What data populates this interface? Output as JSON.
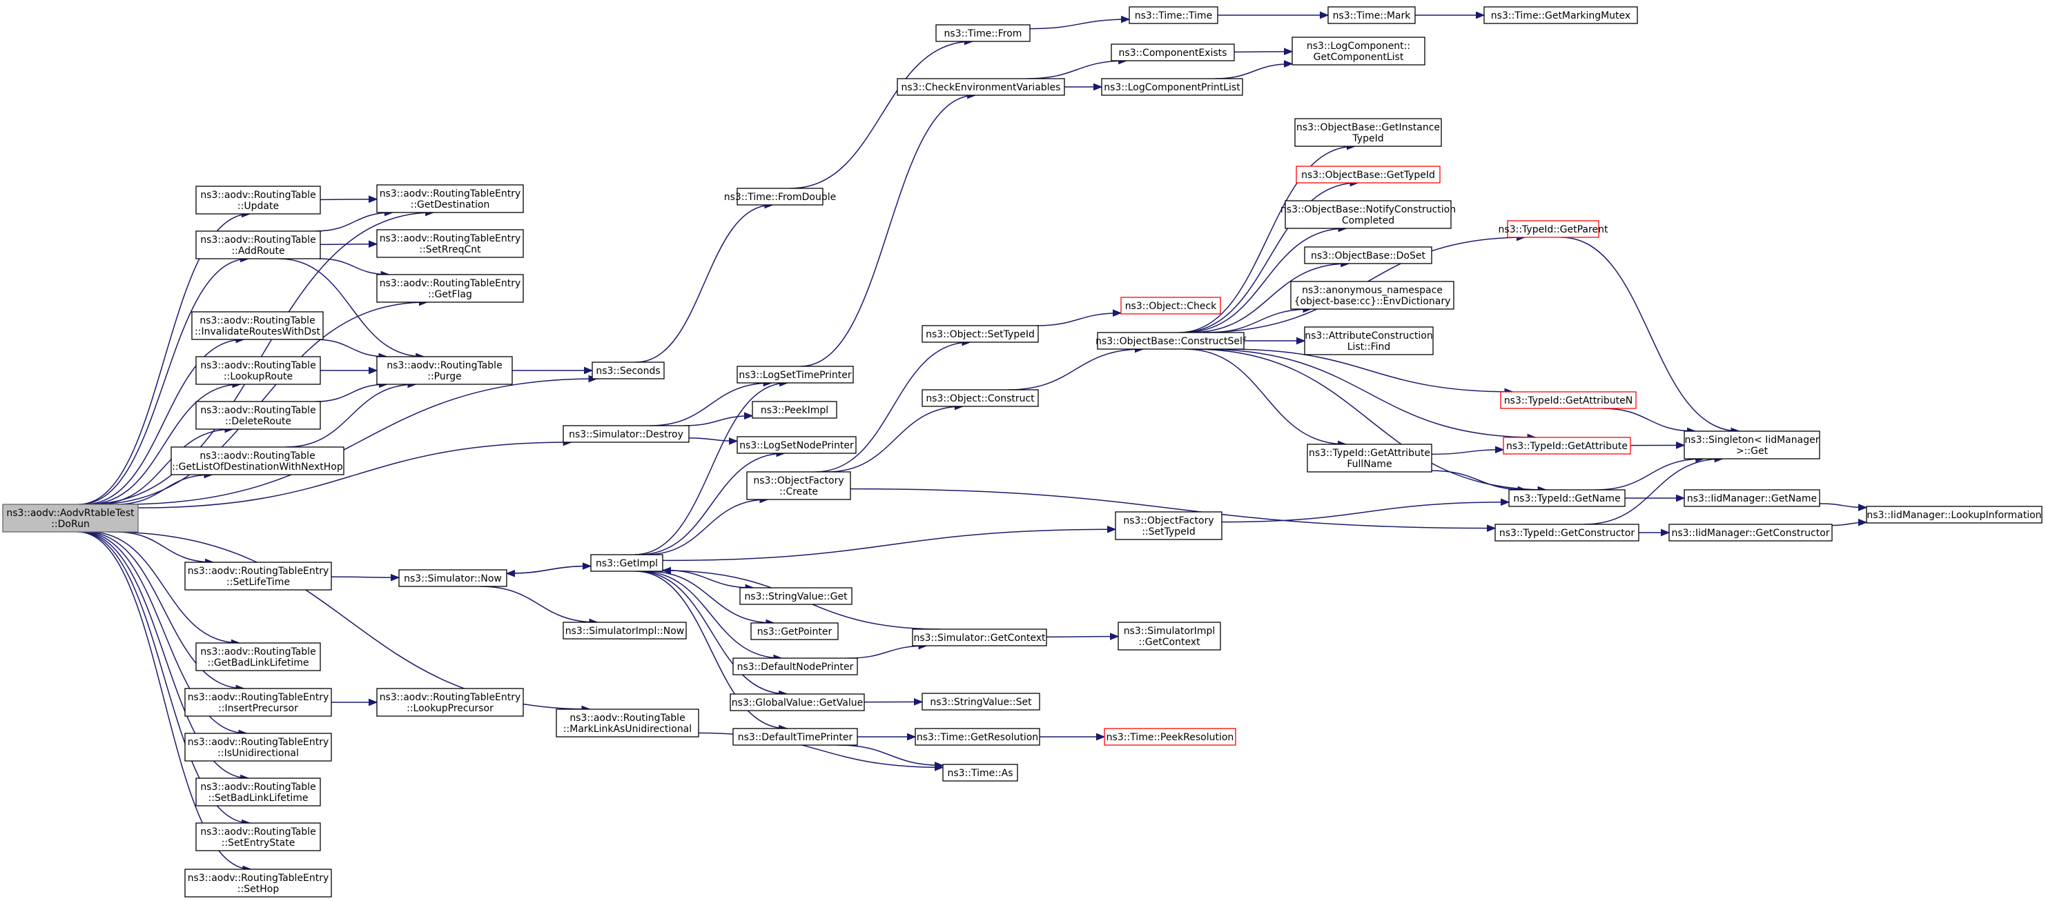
{
  "graph": {
    "nodes": [
      {
        "id": "root",
        "lines": [
          "ns3::aodv::AodvRtableTest",
          "::DoRun"
        ]
      },
      {
        "id": "rt_update",
        "lines": [
          "ns3::aodv::RoutingTable",
          "::Update"
        ]
      },
      {
        "id": "rt_addroute",
        "lines": [
          "ns3::aodv::RoutingTable",
          "::AddRoute"
        ]
      },
      {
        "id": "rt_invalidate",
        "lines": [
          "ns3::aodv::RoutingTable",
          "::InvalidateRoutesWithDst"
        ]
      },
      {
        "id": "rt_lookuproute",
        "lines": [
          "ns3::aodv::RoutingTable",
          "::LookupRoute"
        ]
      },
      {
        "id": "rt_deleteroute",
        "lines": [
          "ns3::aodv::RoutingTable",
          "::DeleteRoute"
        ]
      },
      {
        "id": "rt_getlist",
        "lines": [
          "ns3::aodv::RoutingTable",
          "::GetListOfDestinationWithNextHop"
        ]
      },
      {
        "id": "rte_setlifetime",
        "lines": [
          "ns3::aodv::RoutingTableEntry",
          "::SetLifeTime"
        ]
      },
      {
        "id": "rt_getbadlink",
        "lines": [
          "ns3::aodv::RoutingTable",
          "::GetBadLinkLifetime"
        ]
      },
      {
        "id": "rte_insertprec",
        "lines": [
          "ns3::aodv::RoutingTableEntry",
          "::InsertPrecursor"
        ]
      },
      {
        "id": "rte_isunidir",
        "lines": [
          "ns3::aodv::RoutingTableEntry",
          "::IsUnidirectional"
        ]
      },
      {
        "id": "rt_setbadlink",
        "lines": [
          "ns3::aodv::RoutingTable",
          "::SetBadLinkLifetime"
        ]
      },
      {
        "id": "rt_setentrystate",
        "lines": [
          "ns3::aodv::RoutingTable",
          "::SetEntryState"
        ]
      },
      {
        "id": "rte_sethop",
        "lines": [
          "ns3::aodv::RoutingTableEntry",
          "::SetHop"
        ]
      },
      {
        "id": "rte_getdest",
        "lines": [
          "ns3::aodv::RoutingTableEntry",
          "::GetDestination"
        ]
      },
      {
        "id": "rte_setrreq",
        "lines": [
          "ns3::aodv::RoutingTableEntry",
          "::SetRreqCnt"
        ]
      },
      {
        "id": "rte_getflag",
        "lines": [
          "ns3::aodv::RoutingTableEntry",
          "::GetFlag"
        ]
      },
      {
        "id": "rt_purge",
        "lines": [
          "ns3::aodv::RoutingTable",
          "::Purge"
        ]
      },
      {
        "id": "rte_lookupprec",
        "lines": [
          "ns3::aodv::RoutingTableEntry",
          "::LookupPrecursor"
        ]
      },
      {
        "id": "seconds",
        "lines": [
          "ns3::Seconds"
        ]
      },
      {
        "id": "sim_destroy",
        "lines": [
          "ns3::Simulator::Destroy"
        ]
      },
      {
        "id": "sim_now",
        "lines": [
          "ns3::Simulator::Now"
        ]
      },
      {
        "id": "simimpl_now",
        "lines": [
          "ns3::SimulatorImpl::Now"
        ]
      },
      {
        "id": "rt_marklink",
        "lines": [
          "ns3::aodv::RoutingTable",
          "::MarkLinkAsUnidirectional"
        ]
      },
      {
        "id": "time_fromdouble",
        "lines": [
          "ns3::Time::FromDouble"
        ]
      },
      {
        "id": "logsettimeprinter",
        "lines": [
          "ns3::LogSetTimePrinter"
        ]
      },
      {
        "id": "peekimpl",
        "lines": [
          "ns3::PeekImpl"
        ]
      },
      {
        "id": "logsetnodeprinter",
        "lines": [
          "ns3::LogSetNodePrinter"
        ]
      },
      {
        "id": "objfactory_create",
        "lines": [
          "ns3::ObjectFactory",
          "::Create"
        ]
      },
      {
        "id": "getimpl",
        "lines": [
          "ns3::GetImpl"
        ]
      },
      {
        "id": "stringvalue_get",
        "lines": [
          "ns3::StringValue::Get"
        ]
      },
      {
        "id": "getpointer",
        "lines": [
          "ns3::GetPointer"
        ]
      },
      {
        "id": "defaultnodeprinter",
        "lines": [
          "ns3::DefaultNodePrinter"
        ]
      },
      {
        "id": "globalvalue_getvalue",
        "lines": [
          "ns3::GlobalValue::GetValue"
        ]
      },
      {
        "id": "defaulttimeprinter",
        "lines": [
          "ns3::DefaultTimePrinter"
        ]
      },
      {
        "id": "time_from",
        "lines": [
          "ns3::Time::From"
        ]
      },
      {
        "id": "checkenv",
        "lines": [
          "ns3::CheckEnvironmentVariables"
        ]
      },
      {
        "id": "obj_settypeid",
        "lines": [
          "ns3::Object::SetTypeId"
        ]
      },
      {
        "id": "obj_construct",
        "lines": [
          "ns3::Object::Construct"
        ]
      },
      {
        "id": "sim_getcontext",
        "lines": [
          "ns3::Simulator::GetContext"
        ]
      },
      {
        "id": "stringvalue_set",
        "lines": [
          "ns3::StringValue::Set"
        ]
      },
      {
        "id": "time_getres",
        "lines": [
          "ns3::Time::GetResolution"
        ]
      },
      {
        "id": "time_as",
        "lines": [
          "ns3::Time::As"
        ]
      },
      {
        "id": "time_time",
        "lines": [
          "ns3::Time::Time"
        ]
      },
      {
        "id": "componentexists",
        "lines": [
          "ns3::ComponentExists"
        ]
      },
      {
        "id": "logcomponentprintlist",
        "lines": [
          "ns3::LogComponentPrintList"
        ]
      },
      {
        "id": "obj_check",
        "lines": [
          "ns3::Object::Check"
        ],
        "red": true
      },
      {
        "id": "objbase_constructself",
        "lines": [
          "ns3::ObjectBase::ConstructSelf"
        ]
      },
      {
        "id": "objfactory_settypeid",
        "lines": [
          "ns3::ObjectFactory",
          "::SetTypeId"
        ]
      },
      {
        "id": "simimpl_getcontext",
        "lines": [
          "ns3::SimulatorImpl",
          "::GetContext"
        ]
      },
      {
        "id": "time_peekres",
        "lines": [
          "ns3::Time::PeekResolution"
        ],
        "red": true
      },
      {
        "id": "time_mark",
        "lines": [
          "ns3::Time::Mark"
        ]
      },
      {
        "id": "logcomp_getlist",
        "lines": [
          "ns3::LogComponent::",
          "GetComponentList"
        ]
      },
      {
        "id": "objbase_getinstance",
        "lines": [
          "ns3::ObjectBase::GetInstance",
          "TypeId"
        ]
      },
      {
        "id": "objbase_gettypeid",
        "lines": [
          "ns3::ObjectBase::GetTypeId"
        ],
        "red": true
      },
      {
        "id": "objbase_notify",
        "lines": [
          "ns3::ObjectBase::NotifyConstruction",
          "Completed"
        ]
      },
      {
        "id": "objbase_doset",
        "lines": [
          "ns3::ObjectBase::DoSet"
        ]
      },
      {
        "id": "anon_envdict",
        "lines": [
          "ns3::anonymous_namespace",
          "{object-base:cc}::EnvDictionary"
        ]
      },
      {
        "id": "attrconstr_find",
        "lines": [
          "ns3::AttributeConstruction",
          "List::Find"
        ]
      },
      {
        "id": "typeid_getattrfullname",
        "lines": [
          "ns3::TypeId::GetAttribute",
          "FullName"
        ]
      },
      {
        "id": "time_getmarkingmutex",
        "lines": [
          "ns3::Time::GetMarkingMutex"
        ]
      },
      {
        "id": "typeid_getparent",
        "lines": [
          "ns3::TypeId::GetParent"
        ],
        "red": true
      },
      {
        "id": "typeid_getattrn",
        "lines": [
          "ns3::TypeId::GetAttributeN"
        ],
        "red": true
      },
      {
        "id": "typeid_getattr",
        "lines": [
          "ns3::TypeId::GetAttribute"
        ],
        "red": true
      },
      {
        "id": "typeid_getname",
        "lines": [
          "ns3::TypeId::GetName"
        ]
      },
      {
        "id": "typeid_getconstructor",
        "lines": [
          "ns3::TypeId::GetConstructor"
        ]
      },
      {
        "id": "singleton_get",
        "lines": [
          "ns3::Singleton< IidManager",
          ">::Get"
        ]
      },
      {
        "id": "iid_getname",
        "lines": [
          "ns3::IidManager::GetName"
        ]
      },
      {
        "id": "iid_getconstructor",
        "lines": [
          "ns3::IidManager::GetConstructor"
        ]
      },
      {
        "id": "iid_lookupinfo",
        "lines": [
          "ns3::IidManager::LookupInformation"
        ]
      }
    ]
  }
}
